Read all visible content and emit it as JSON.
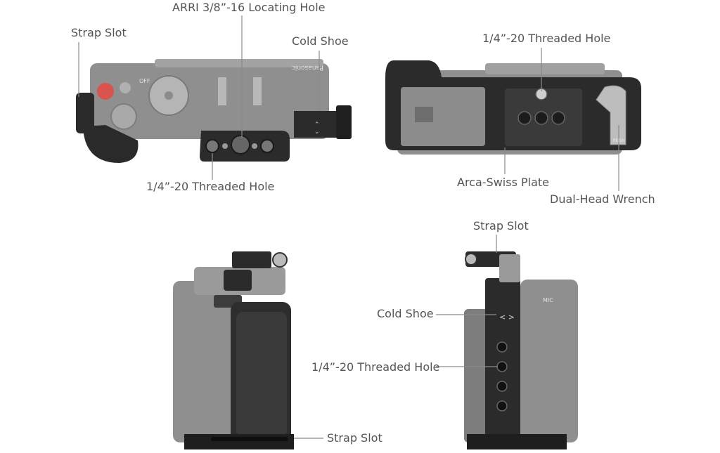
{
  "callouts": {
    "top_left": {
      "strap_slot": "Strap Slot",
      "arri_hole": "ARRI 3/8”-16 Locating Hole",
      "cold_shoe": "Cold Shoe",
      "threaded_hole": "1/4”-20 Threaded Hole"
    },
    "top_right": {
      "threaded_hole": "1/4”-20 Threaded Hole",
      "arca_swiss": "Arca-Swiss Plate",
      "wrench": "Dual-Head Wrench"
    },
    "bottom_left": {
      "strap_slot": "Strap Slot"
    },
    "bottom_right": {
      "strap_slot": "Strap Slot",
      "cold_shoe": "Cold Shoe",
      "threaded_hole": "1/4”-20 Threaded Hole"
    }
  },
  "product_markings": {
    "brand": "Panasonic",
    "dial_off": "OFF",
    "side_panel": "MIC",
    "wrench_text": "PUSH",
    "cage_arrow": "< >"
  },
  "colors": {
    "label_text": "#555555",
    "leader_line": "#8a8a8a",
    "camera_body": "#8f8f8f",
    "cage_metal": "#2b2b2b",
    "accent_red": "#d9534f"
  }
}
